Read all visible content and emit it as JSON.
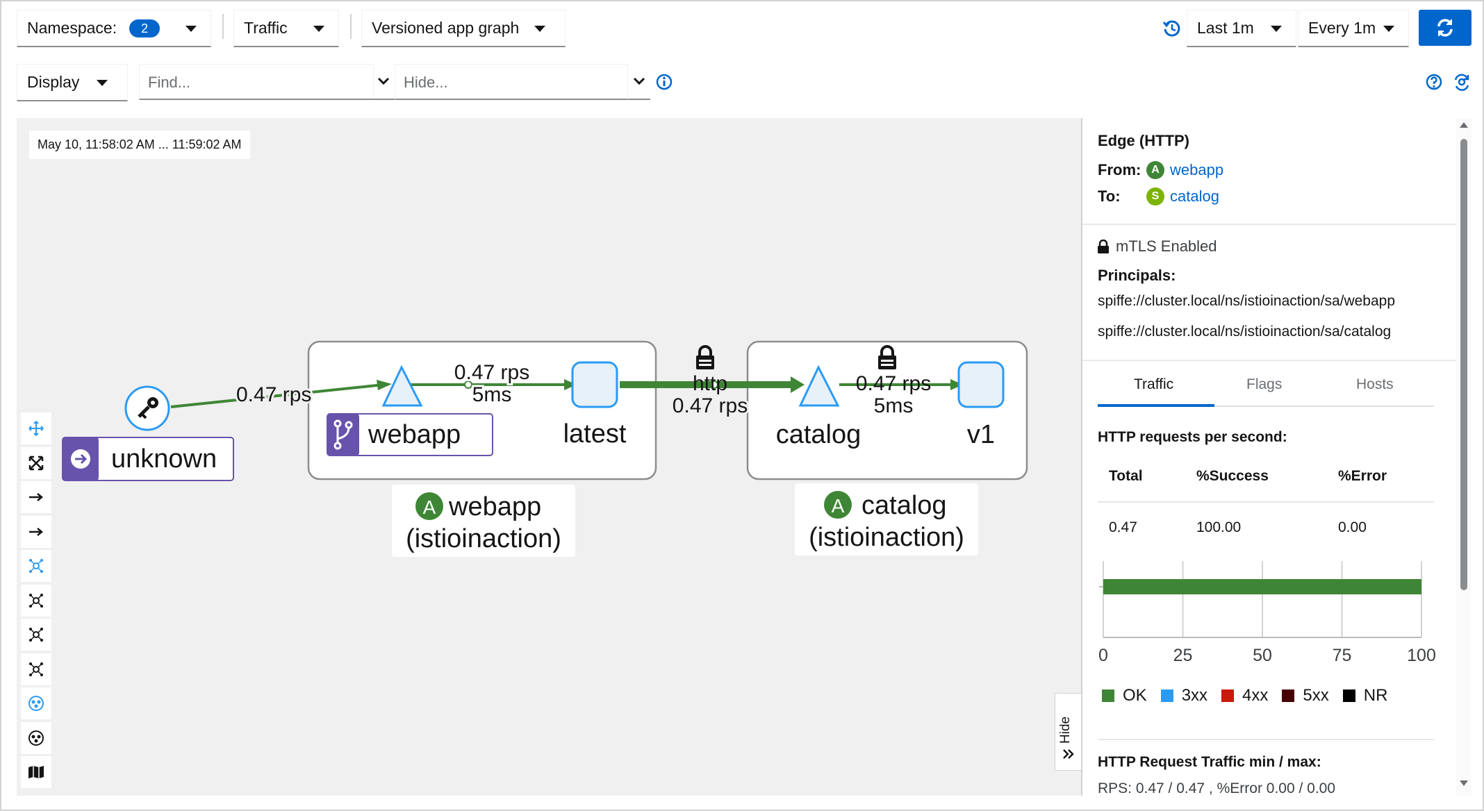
{
  "toolbar": {
    "namespace_label": "Namespace:",
    "namespace_count": "2",
    "traffic_label": "Traffic",
    "graph_type_label": "Versioned app graph",
    "duration_label": "Last 1m",
    "refresh_interval_label": "Every 1m",
    "display_label": "Display",
    "find_placeholder": "Find...",
    "hide_placeholder": "Hide..."
  },
  "graph": {
    "timestamp": "May 10, 11:58:02 AM ... 11:59:02 AM",
    "nodes": {
      "unknown": "unknown",
      "webapp_service": "webapp",
      "latest": "latest",
      "catalog_service": "catalog",
      "v1": "v1"
    },
    "boxes": {
      "webapp_badge": "A",
      "webapp_name": "webapp",
      "webapp_ns": "(istioinaction)",
      "catalog_badge": "A",
      "catalog_name": "catalog",
      "catalog_ns": "(istioinaction)"
    },
    "edges": {
      "unknown_to_webapp": "0.47 rps",
      "webapp_to_latest_rps": "0.47 rps",
      "webapp_to_latest_time": "5ms",
      "latest_to_catalog_proto": "http",
      "latest_to_catalog_rps": "0.47 rps",
      "catalog_to_v1_rps": "0.47 rps",
      "catalog_to_v1_time": "5ms"
    }
  },
  "panel": {
    "title": "Edge (HTTP)",
    "from_label": "From:",
    "from_badge": "A",
    "from_value": "webapp",
    "to_label": "To:",
    "to_badge": "S",
    "to_value": "catalog",
    "mtls": "mTLS Enabled",
    "principals_label": "Principals:",
    "principal_1": "spiffe://cluster.local/ns/istioinaction/sa/webapp",
    "principal_2": "spiffe://cluster.local/ns/istioinaction/sa/catalog",
    "tabs": [
      "Traffic",
      "Flags",
      "Hosts"
    ],
    "http_rps_label": "HTTP requests per second:",
    "table_headers": [
      "Total",
      "%Success",
      "%Error"
    ],
    "table_values": [
      "0.47",
      "100.00",
      "0.00"
    ],
    "axis_ticks": [
      "0",
      "25",
      "50",
      "75",
      "100"
    ],
    "legend": [
      {
        "label": "OK",
        "color": "#3e8635"
      },
      {
        "label": "3xx",
        "color": "#2b9af3"
      },
      {
        "label": "4xx",
        "color": "#c9190b"
      },
      {
        "label": "5xx",
        "color": "#470000"
      },
      {
        "label": "NR",
        "color": "#000000"
      }
    ],
    "min_max_label": "HTTP Request Traffic min / max:",
    "min_max_value": "RPS: 0.47 / 0.47 , %Error 0.00 / 0.00",
    "hide_label": "Hide"
  },
  "chart_data": {
    "type": "bar",
    "categories": [
      ""
    ],
    "series": [
      {
        "name": "OK",
        "values": [
          100
        ]
      },
      {
        "name": "3xx",
        "values": [
          0
        ]
      },
      {
        "name": "4xx",
        "values": [
          0
        ]
      },
      {
        "name": "5xx",
        "values": [
          0
        ]
      },
      {
        "name": "NR",
        "values": [
          0
        ]
      }
    ],
    "xlim": [
      0,
      100
    ],
    "xticks": [
      0,
      25,
      50,
      75,
      100
    ],
    "grid": true,
    "legend": "bottom"
  }
}
